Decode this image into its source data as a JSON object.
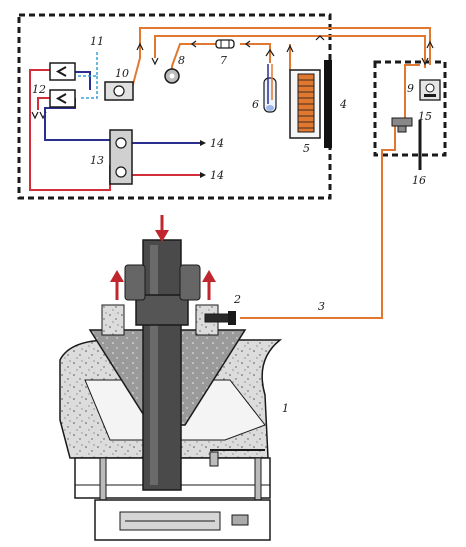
{
  "labels": {
    "n1": "1",
    "n2": "2",
    "n3": "3",
    "n4": "4",
    "n5": "5",
    "n6": "6",
    "n7": "7",
    "n8": "8",
    "n9": "9",
    "n10": "10",
    "n11": "11",
    "n12": "12",
    "n13": "13",
    "n14a": "14",
    "n14b": "14",
    "n15": "15",
    "n16": "16"
  },
  "colors": {
    "gas_line": "#e07830",
    "hot_line": "#d32f3a",
    "cold_line": "#2b2f8f",
    "aux_line": "#3aa0d8",
    "arrow_red": "#c0262e",
    "frame": "#1a1a1a"
  },
  "icons": {
    "down_arrow": "red-down-arrow-icon",
    "up_arrow": "red-up-arrow-icon"
  }
}
